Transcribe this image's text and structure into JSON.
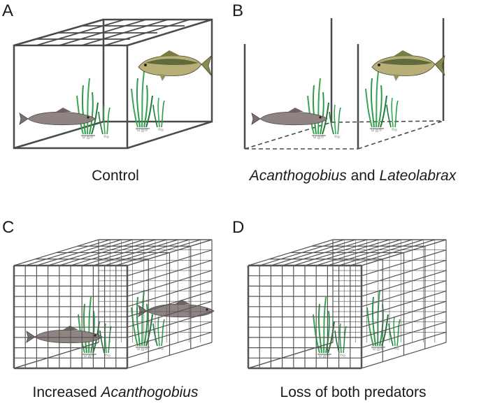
{
  "panels": [
    {
      "letter": "A",
      "caption": "Control"
    },
    {
      "letter": "B",
      "caption_italic_1": "Acanthogobius",
      "caption_mid": " and ",
      "caption_italic_2": "Lateolabrax"
    },
    {
      "letter": "C",
      "caption_plain": "Increased ",
      "caption_italic": "Acanthogobius"
    },
    {
      "letter": "D",
      "caption": "Loss of both predators"
    }
  ],
  "colors": {
    "cage": "#4a4a4a",
    "seagrass": "#3aa655",
    "seagrass_dark": "#1f7a3a",
    "goby": "#8b7d7b",
    "bass_body": "#a8a06a",
    "bass_back": "#5b6b3a"
  }
}
